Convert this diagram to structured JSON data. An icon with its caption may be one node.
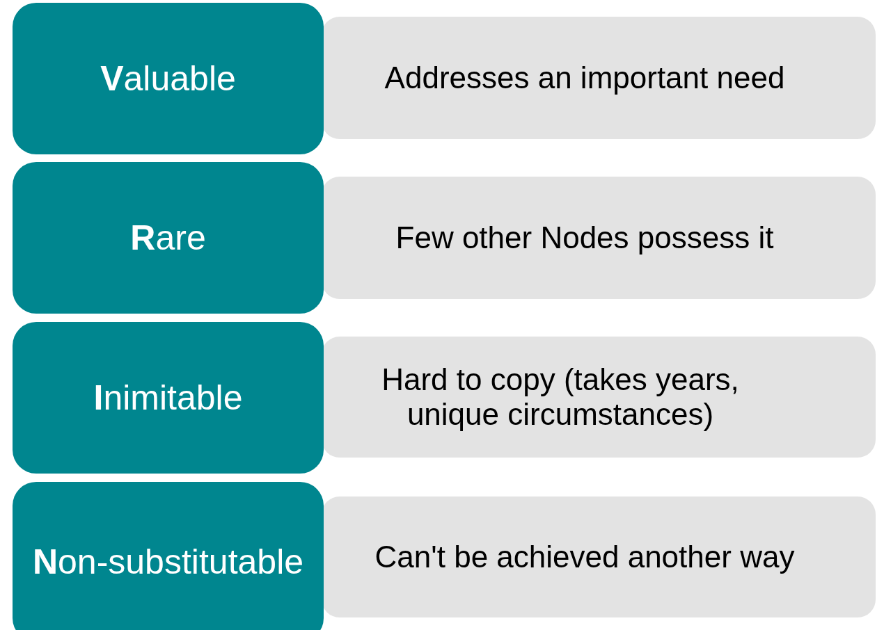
{
  "diagram": {
    "nodes": [
      {
        "text": [
          "**V**aluable"
        ]
      },
      {
        "text": [
          "Addresses an important need"
        ]
      },
      {
        "text": [
          "**R**are"
        ]
      },
      {
        "text": [
          "Few other Nodes possess it"
        ]
      },
      {
        "text": [
          "**I**nimitable"
        ]
      },
      {
        "text": [
          "Hard to copy (takes years, unique circumstances)"
        ]
      },
      {
        "text": [
          "**N**on-substitutable"
        ]
      },
      {
        "text": [
          "Can't be achieved another way"
        ]
      }
    ]
  }
}
